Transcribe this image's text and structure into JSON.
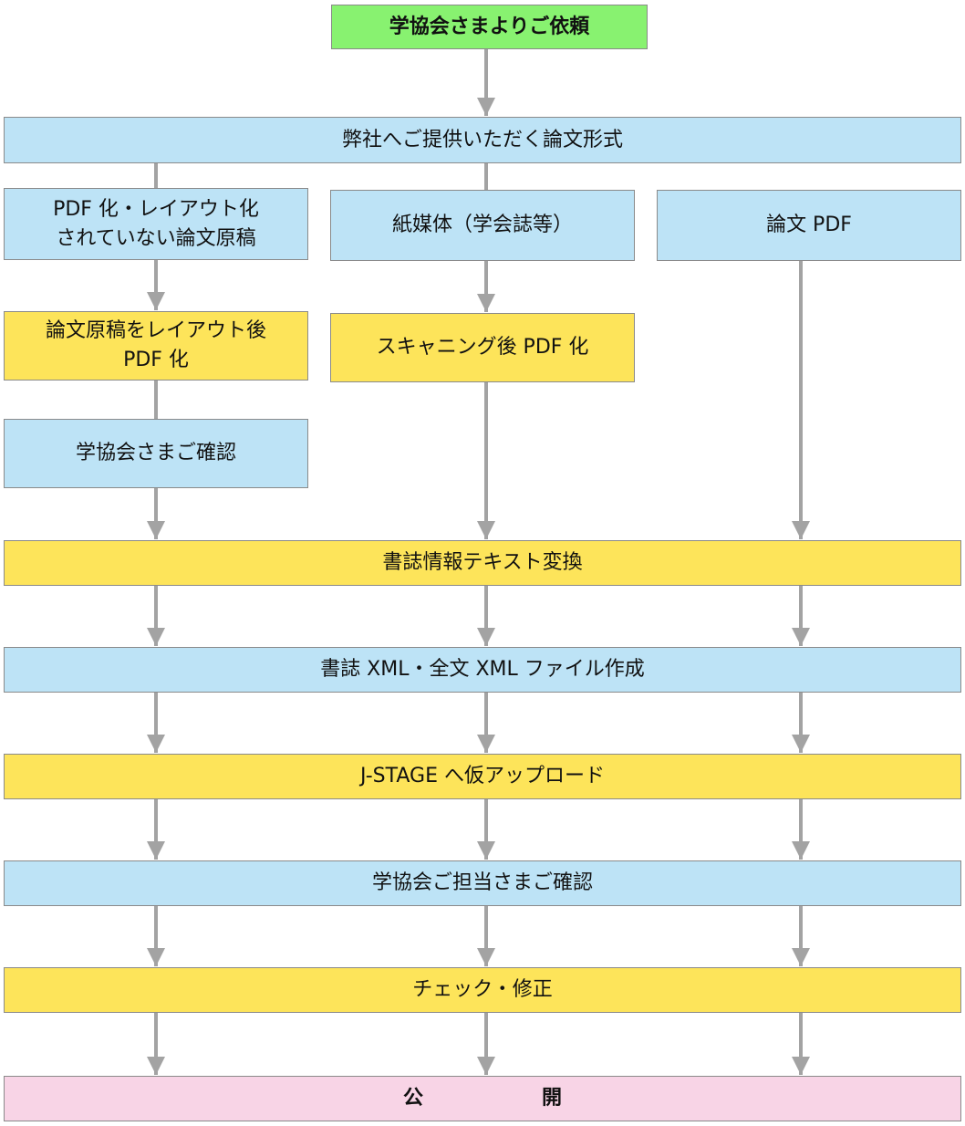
{
  "flow": {
    "request": "学協会さまよりご依頼",
    "provided_formats": "弊社へご提供いただく論文形式",
    "branch_unlaid": "PDF 化・レイアウト化\nされていない論文原稿",
    "branch_print": "紙媒体（学会誌等）",
    "branch_pdf": "論文 PDF",
    "layout_pdf": "論文原稿をレイアウト後\nPDF 化",
    "scan_pdf": "スキャニング後 PDF 化",
    "society_check": "学協会さまご確認",
    "biblio_text": "書誌情報テキスト変換",
    "xml_create": "書誌 XML・全文 XML ファイル作成",
    "jstage_upload": "J-STAGE へ仮アップロード",
    "staff_check": "学協会ご担当さまご確認",
    "check_fix": "チェック・修正",
    "publish": "公開"
  },
  "colors": {
    "start": "#88f270",
    "info": "#bde3f6",
    "process": "#fde45a",
    "end": "#f8d4e6",
    "arrow": "#a3a3a3"
  }
}
